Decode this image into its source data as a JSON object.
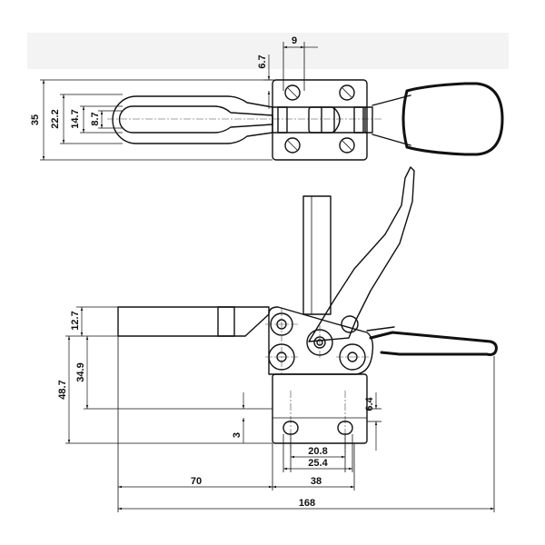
{
  "top_view": {
    "dims": {
      "overall_width": "35",
      "outer_slot": "22.2",
      "inner_slot": "14.7",
      "slot_width": "8.7",
      "pad_offset": "6.7",
      "pad_width": "9"
    }
  },
  "side_view": {
    "dims": {
      "arm_height": "12.7",
      "total_height": "48.7",
      "pivot_height": "34.9",
      "base_thickness": "3",
      "base_offset": "6.4",
      "hole_spacing_inner": "20.8",
      "hole_spacing_outer": "25.4",
      "base_length": "38",
      "arm_reach": "70",
      "overall_length": "168"
    }
  }
}
